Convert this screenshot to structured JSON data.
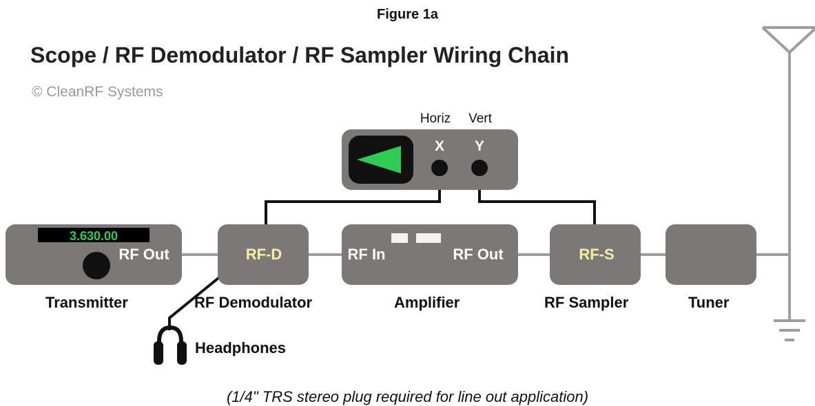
{
  "figure_label": "Figure 1a",
  "title": "Scope / RF Demodulator / RF Sampler Wiring Chain",
  "copyright": "© CleanRF Systems",
  "scope": {
    "horiz_label": "Horiz",
    "vert_label": "Vert",
    "x_label": "X",
    "y_label": "Y",
    "screen_color": "#2ecc55"
  },
  "transmitter": {
    "display": "3.630.00",
    "port": "RF Out",
    "label": "Transmitter",
    "display_color": "#2ecc55"
  },
  "demodulator": {
    "box_text": "RF-D",
    "label": "RF Demodulator"
  },
  "amplifier": {
    "in_label": "RF In",
    "out_label": "RF Out",
    "label": "Amplifier"
  },
  "sampler": {
    "box_text": "RF-S",
    "label": "RF Sampler"
  },
  "tuner": {
    "label": "Tuner"
  },
  "headphones": {
    "label": "Headphones"
  },
  "caption": "(1/4\" TRS stereo plug required for line out application)",
  "colors": {
    "box": "#7b7877",
    "cable": "#9e9e9e",
    "wire": "#111111",
    "box_text_accent": "#f5f0a0"
  }
}
